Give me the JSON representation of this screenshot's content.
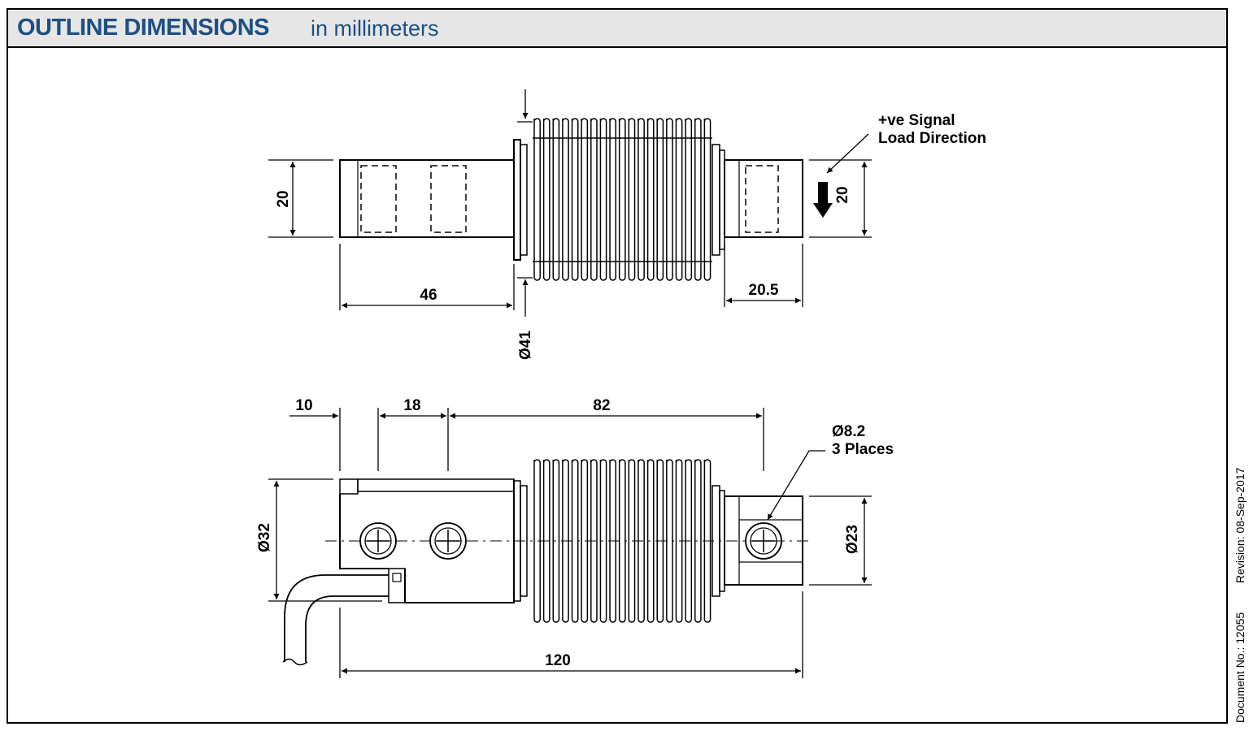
{
  "header": {
    "title": "OUTLINE DIMENSIONS",
    "subtitle": "in millimeters"
  },
  "top_view": {
    "dim_height_left": "20",
    "dim_height_right": "20",
    "dim_length_left": "46",
    "dim_length_right": "20.5",
    "dim_diameter": "Ø41",
    "note_line1": "+ve Signal",
    "note_line2": "Load Direction"
  },
  "side_view": {
    "dim_10": "10",
    "dim_18": "18",
    "dim_82": "82",
    "hole_line1": "Ø8.2",
    "hole_line2": "3 Places",
    "dim_diameter_left": "Ø32",
    "dim_diameter_right": "Ø23",
    "dim_total_length": "120"
  },
  "footer": {
    "document_no": "Document No.: 12055",
    "revision": "Revision: 08-Sep-2017"
  }
}
